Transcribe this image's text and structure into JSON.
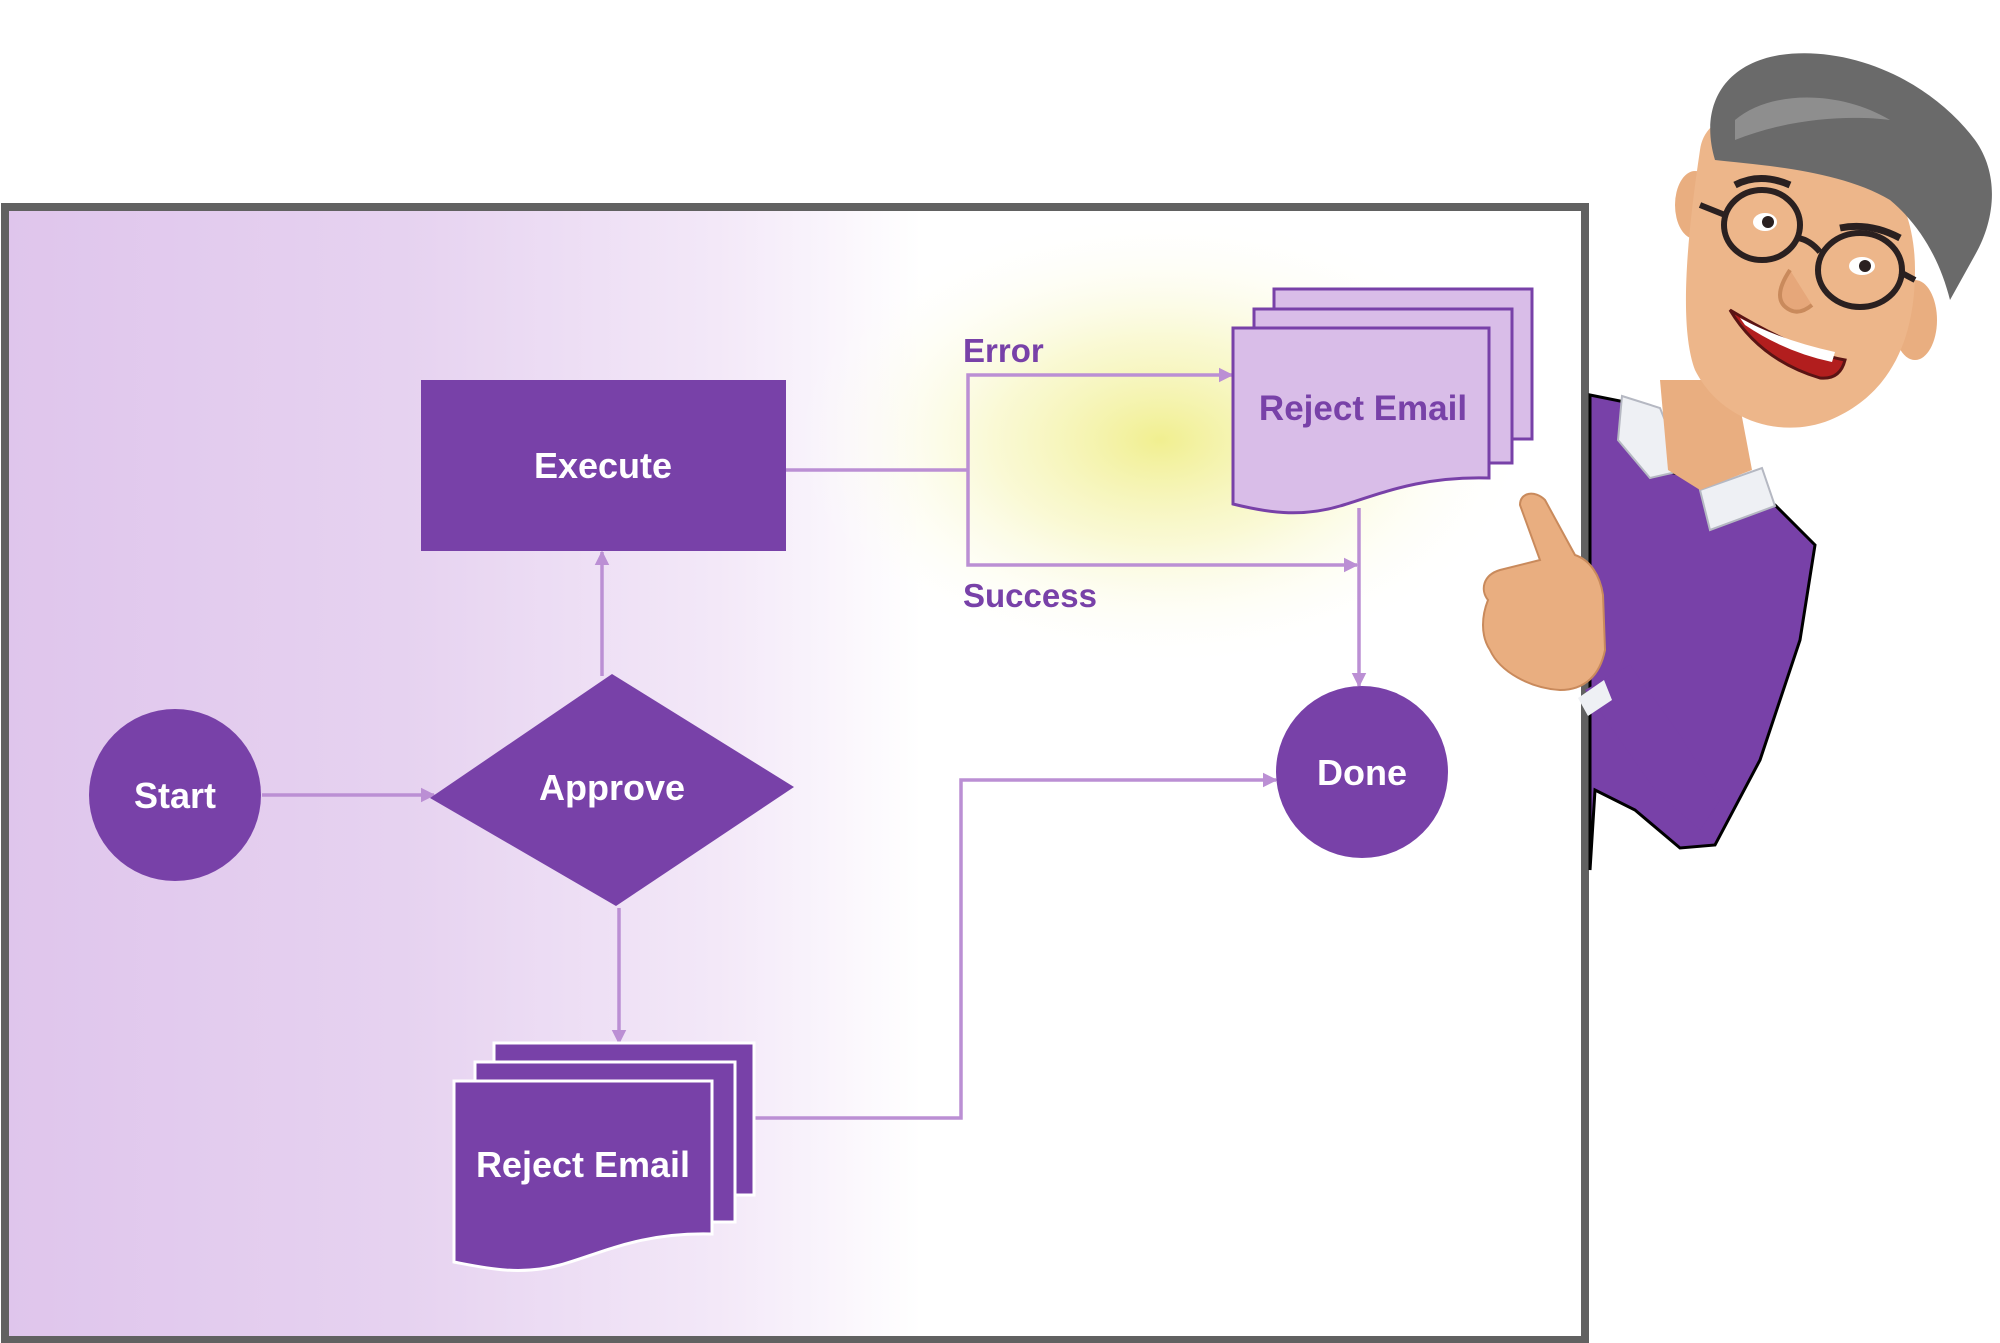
{
  "colors": {
    "node": "#7841a8",
    "node_light": "#d9bde8",
    "connector": "#bb8fd4",
    "panel_gradient_start": "#dfc5ec",
    "frame": "#616161",
    "glow": "#f2f08e",
    "label_on_light": "#7841a8",
    "label_on_dark": "#ffffff"
  },
  "nodes": {
    "start": {
      "label": "Start",
      "shape": "circle"
    },
    "approve": {
      "label": "Approve",
      "shape": "diamond"
    },
    "execute": {
      "label": "Execute",
      "shape": "rectangle"
    },
    "reject_email_bottom": {
      "label": "Reject Email",
      "shape": "multi-document"
    },
    "reject_email_top": {
      "label": "Reject Email",
      "shape": "multi-document"
    },
    "done": {
      "label": "Done",
      "shape": "circle"
    }
  },
  "edges": {
    "error": {
      "label": "Error"
    },
    "success": {
      "label": "Success"
    }
  },
  "illustration": {
    "character": "pointing-man-icon"
  }
}
